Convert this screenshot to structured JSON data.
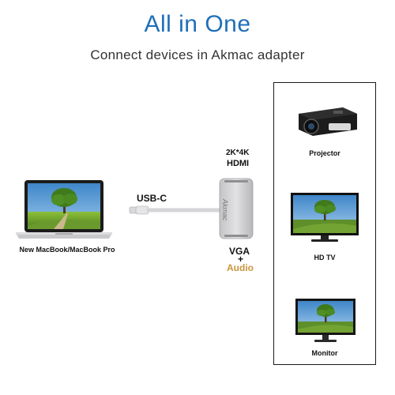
{
  "header": {
    "title": "All in One",
    "subtitle": "Connect devices in Akmac adapter"
  },
  "laptop": {
    "caption": "New MacBook/MacBook Pro"
  },
  "cable": {
    "label": "USB-C"
  },
  "adapter": {
    "brand": "Akmac",
    "port_top_line1": "2K*4K",
    "port_top_line2": "HDMI",
    "port_bottom_line1": "VGA",
    "port_bottom_plus": "+",
    "port_bottom_line2": "Audio"
  },
  "devices": {
    "projector": "Projector",
    "tv": "HD TV",
    "monitor": "Monitor"
  },
  "colors": {
    "title": "#1f6fb8",
    "audio": "#c8963e",
    "sky": "#5d9fd6",
    "grass": "#5e8f2a"
  }
}
